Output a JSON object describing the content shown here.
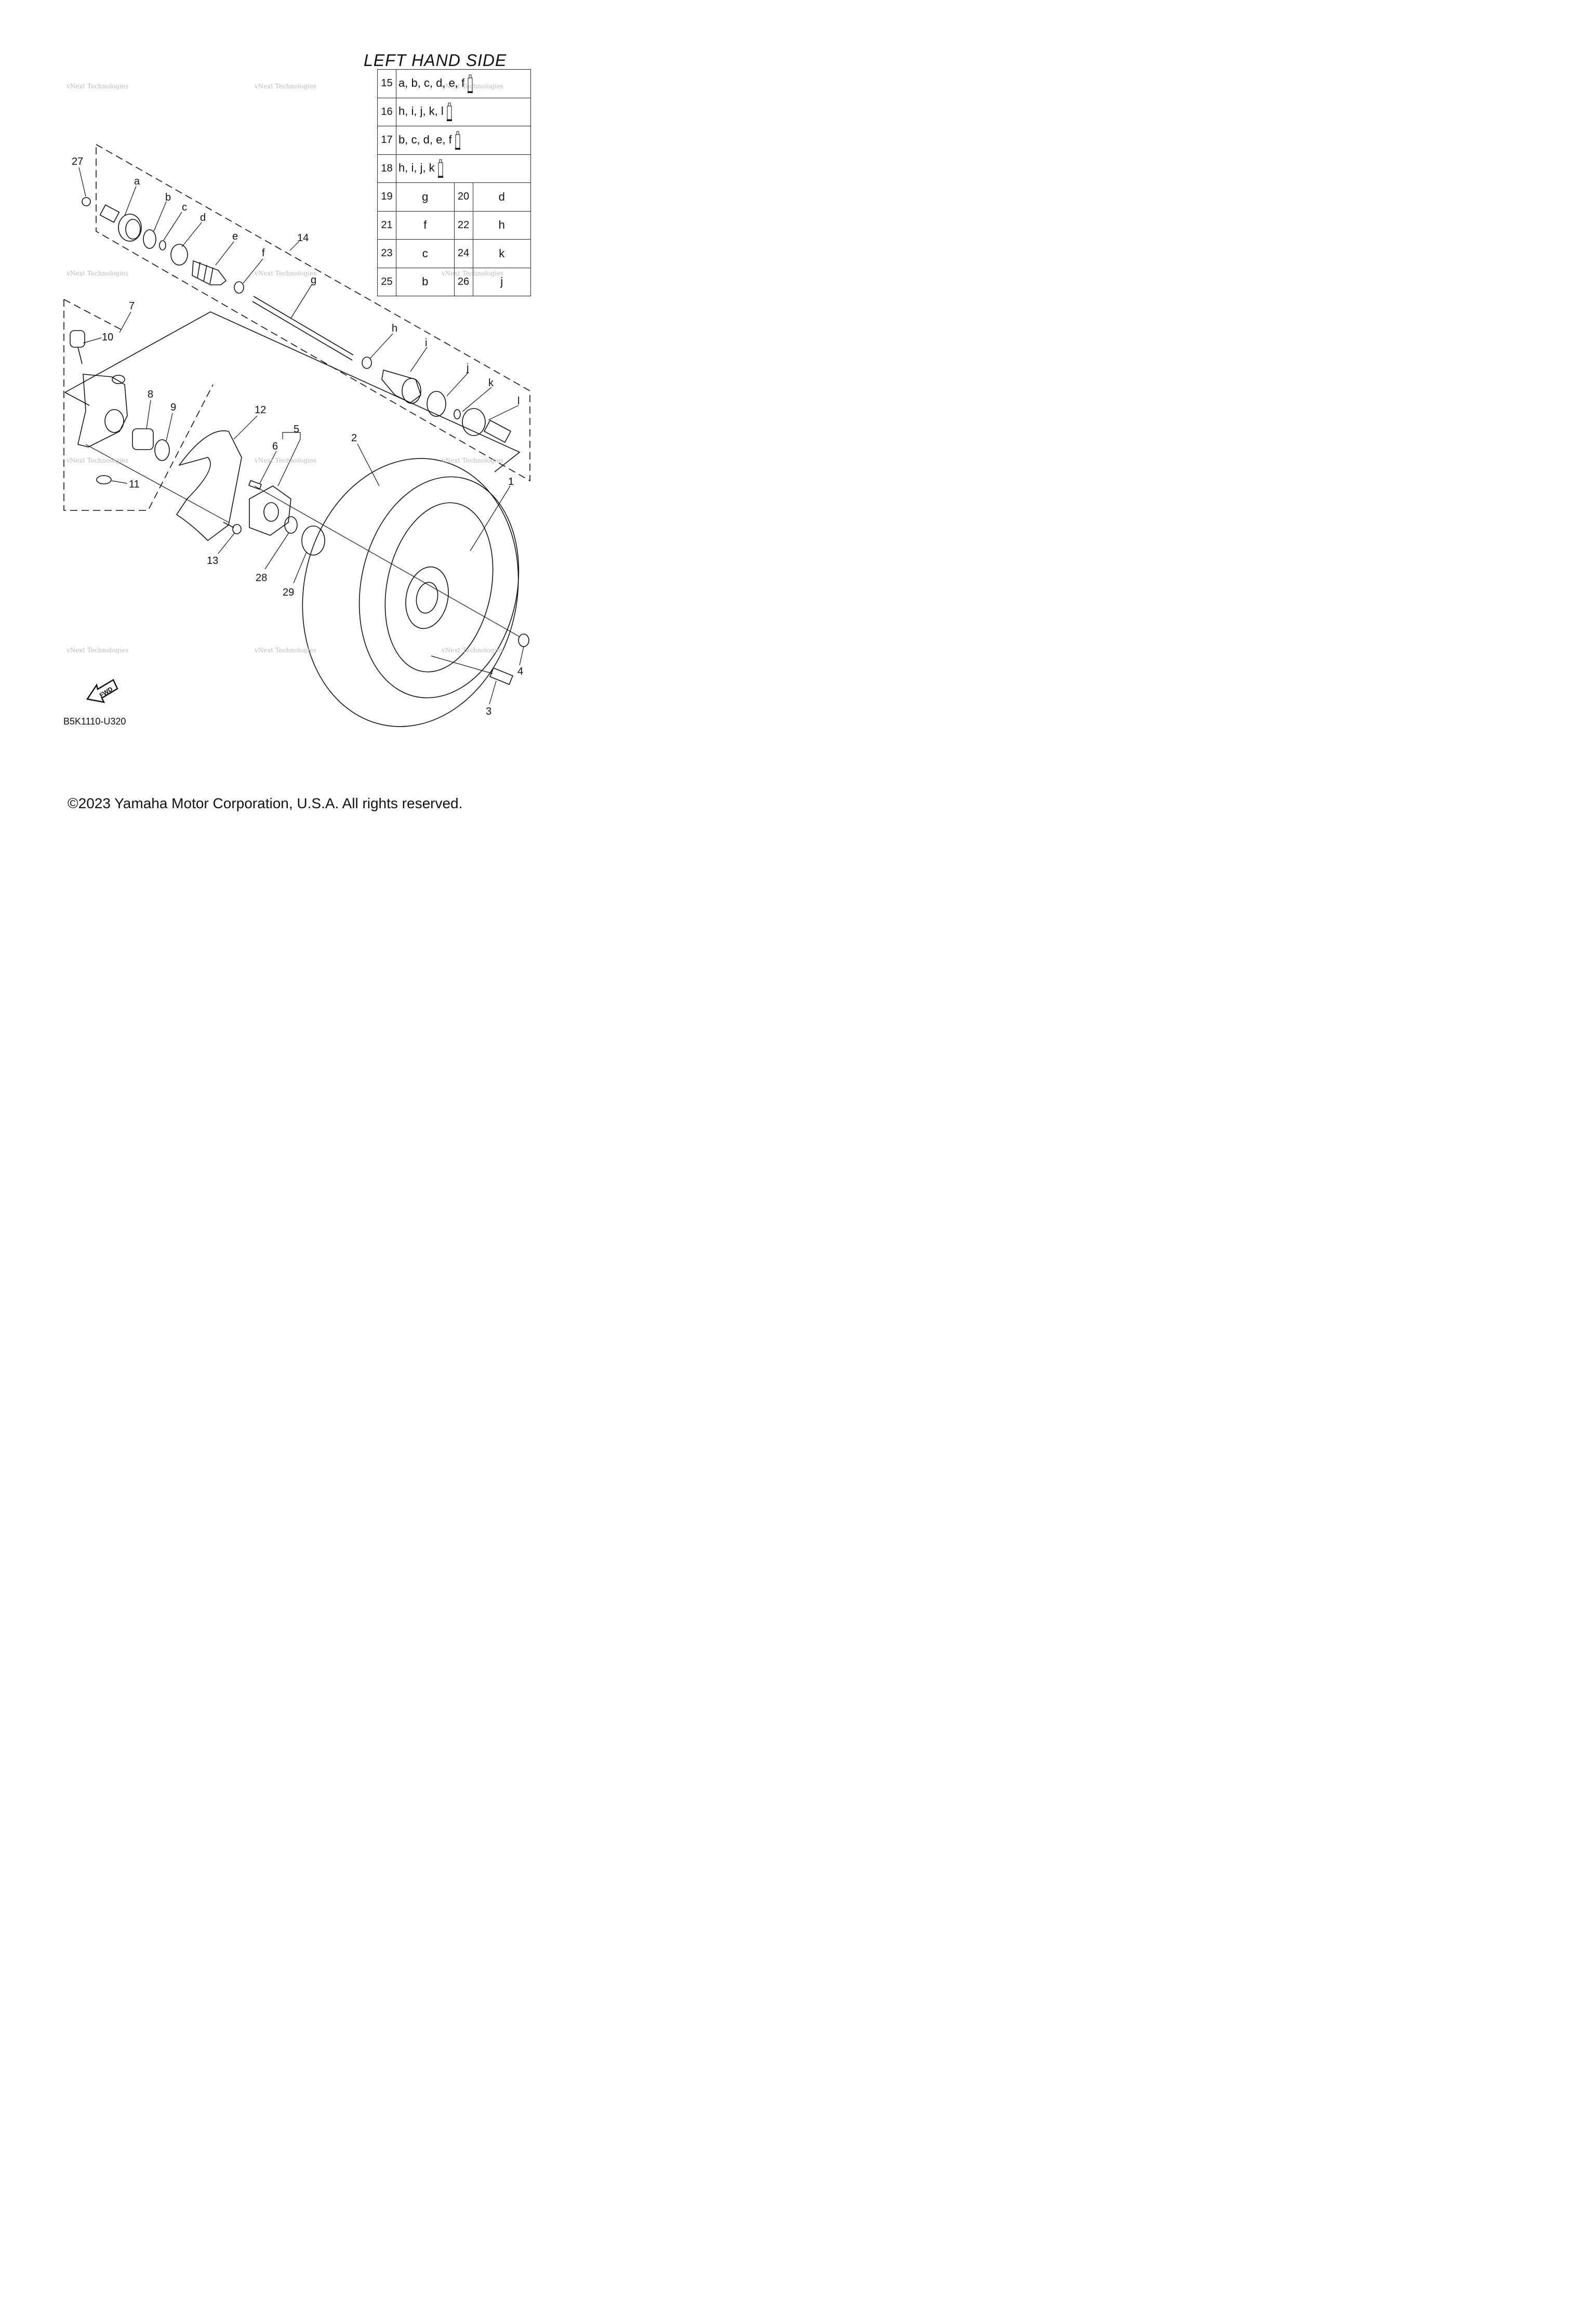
{
  "title": "LEFT HAND SIDE",
  "table": {
    "kits": [
      {
        "num": "15",
        "parts": "a, b, c, d, e, f",
        "icon": "grease-tube-icon"
      },
      {
        "num": "16",
        "parts": "h, i, j, k, l",
        "icon": "grease-tube-icon"
      },
      {
        "num": "17",
        "parts": "b, c, d, e, f",
        "icon": "grease-tube-icon"
      },
      {
        "num": "18",
        "parts": "h, i, j, k",
        "icon": "grease-tube-icon"
      }
    ],
    "pairs": [
      [
        "19",
        "g",
        "20",
        "d"
      ],
      [
        "21",
        "f",
        "22",
        "h"
      ],
      [
        "23",
        "c",
        "24",
        "k"
      ],
      [
        "25",
        "b",
        "26",
        "j"
      ]
    ]
  },
  "callouts": {
    "n27": "27",
    "a": "a",
    "b": "b",
    "c": "c",
    "d": "d",
    "e": "e",
    "f": "f",
    "n14": "14",
    "g": "g",
    "h": "h",
    "i": "i",
    "j": "j",
    "k": "k",
    "l": "l",
    "n7": "7",
    "n10": "10",
    "n8": "8",
    "n9": "9",
    "n12": "12",
    "n5": "5",
    "n6": "6",
    "n2": "2",
    "n1": "1",
    "n11": "11",
    "n13": "13",
    "n28": "28",
    "n29": "29",
    "n4": "4",
    "n3": "3"
  },
  "fwd_label": "FWD",
  "drawing_code": "B5K1110-U320",
  "copyright": "©2023 Yamaha Motor Corporation, U.S.A. All rights reserved.",
  "watermark": "vNext Technologies"
}
